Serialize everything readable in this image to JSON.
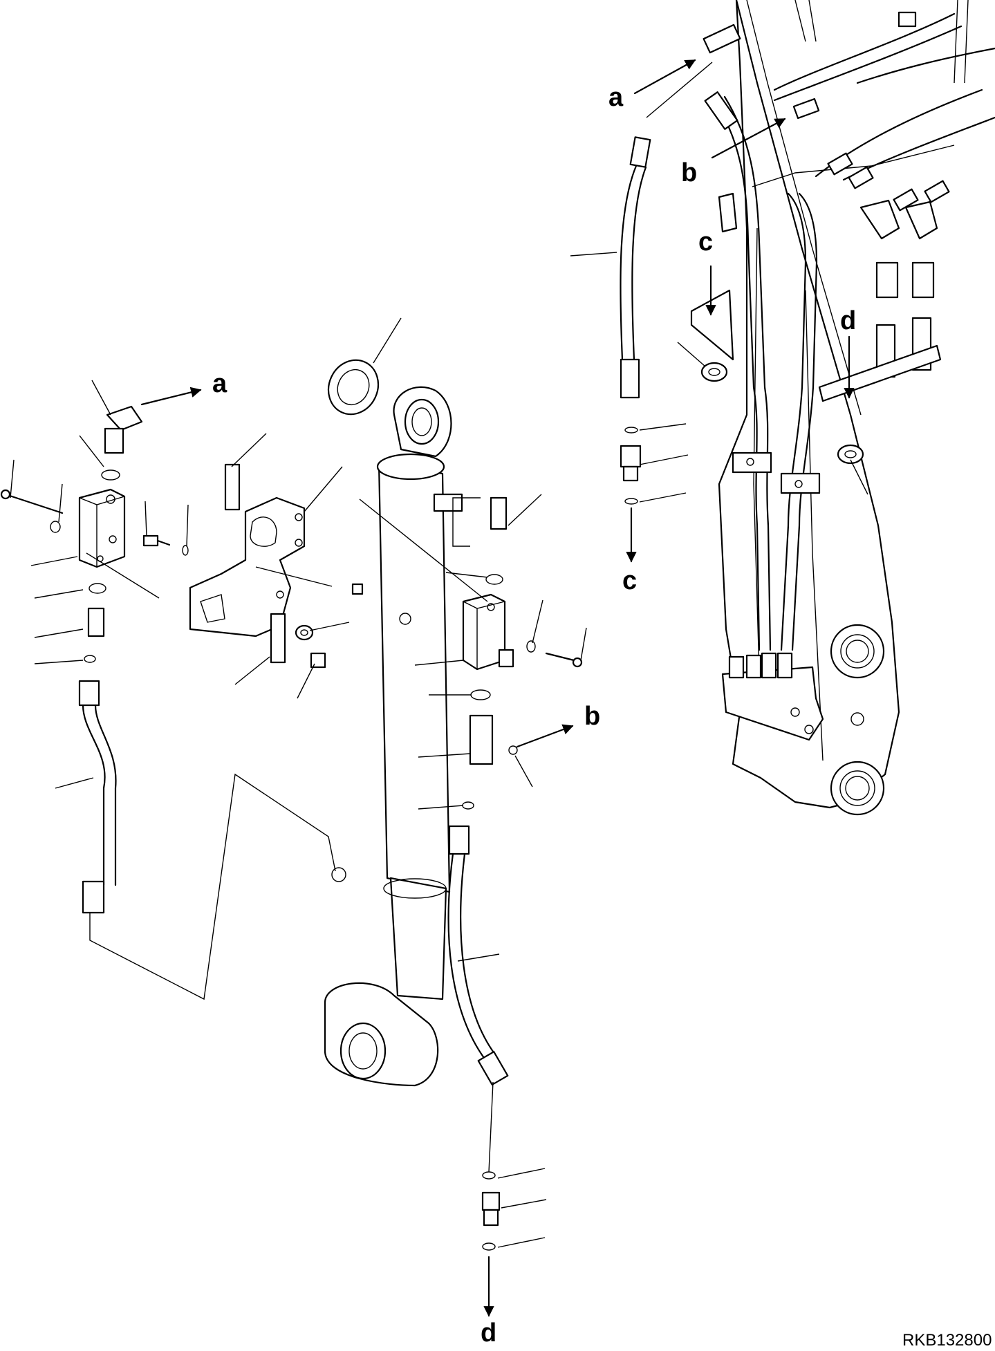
{
  "labels": {
    "a": "a",
    "b": "b",
    "c": "c",
    "d": "d"
  },
  "drawing_code": "RKB132800"
}
